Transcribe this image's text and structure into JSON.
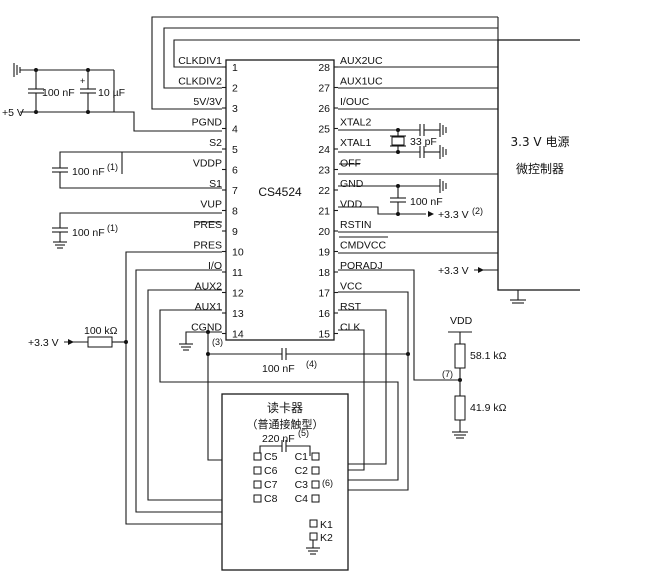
{
  "chip": {
    "name": "CS4524",
    "left_pins": [
      {
        "num": "1",
        "label": "CLKDIV1"
      },
      {
        "num": "2",
        "label": "CLKDIV2"
      },
      {
        "num": "3",
        "label": "5V/3V"
      },
      {
        "num": "4",
        "label": "PGND"
      },
      {
        "num": "5",
        "label": "S2"
      },
      {
        "num": "6",
        "label": "VDDP"
      },
      {
        "num": "7",
        "label": "S1"
      },
      {
        "num": "8",
        "label": "VUP"
      },
      {
        "num": "9",
        "label": "PRES"
      },
      {
        "num": "10",
        "label": "PRES"
      },
      {
        "num": "11",
        "label": "I/O"
      },
      {
        "num": "12",
        "label": "AUX2"
      },
      {
        "num": "13",
        "label": "AUX1"
      },
      {
        "num": "14",
        "label": "CGND"
      }
    ],
    "right_pins": [
      {
        "num": "28",
        "label": "AUX2UC"
      },
      {
        "num": "27",
        "label": "AUX1UC"
      },
      {
        "num": "26",
        "label": "I/OUC"
      },
      {
        "num": "25",
        "label": "XTAL2"
      },
      {
        "num": "24",
        "label": "XTAL1"
      },
      {
        "num": "23",
        "label": "OFF"
      },
      {
        "num": "22",
        "label": "GND"
      },
      {
        "num": "21",
        "label": "VDD"
      },
      {
        "num": "20",
        "label": "RSTIN"
      },
      {
        "num": "19",
        "label": "CMDVCC"
      },
      {
        "num": "18",
        "label": "PORADJ"
      },
      {
        "num": "17",
        "label": "VCC"
      },
      {
        "num": "16",
        "label": "RST"
      },
      {
        "num": "15",
        "label": "CLK"
      }
    ]
  },
  "mcu": {
    "line1": "3.3 V  电源",
    "line2": "微控制器",
    "supply": "+3.3 V"
  },
  "components": {
    "c_100nf": "100 nF",
    "c_10uf": "10 µF",
    "c_100nf_1": "100 nF",
    "c_100nf_1b": "100 nF",
    "note1": "(1)",
    "c_33pf": "33 pF",
    "c_100nf_vdd": "100 nF",
    "plus5v": "+5 V",
    "plus33_2": "+3.3 V",
    "note2": "(2)",
    "plus33_left": "+3.3 V",
    "r_100k": "100 kΩ",
    "note3": "(3)",
    "c_100nf_4": "100 nF",
    "note4": "(4)",
    "vdd": "VDD",
    "r_58k": "58.1 kΩ",
    "r_41k": "41.9 kΩ",
    "note7": "(7)"
  },
  "card": {
    "title": "读卡器",
    "subtitle": "（普通接触型）",
    "cap": "220 nF",
    "note5": "(5)",
    "note6": "(6)",
    "left_pins": [
      "C5",
      "C6",
      "C7",
      "C8"
    ],
    "right_pins": [
      "C1",
      "C2",
      "C3",
      "C4"
    ],
    "k1": "K1",
    "k2": "K2"
  }
}
